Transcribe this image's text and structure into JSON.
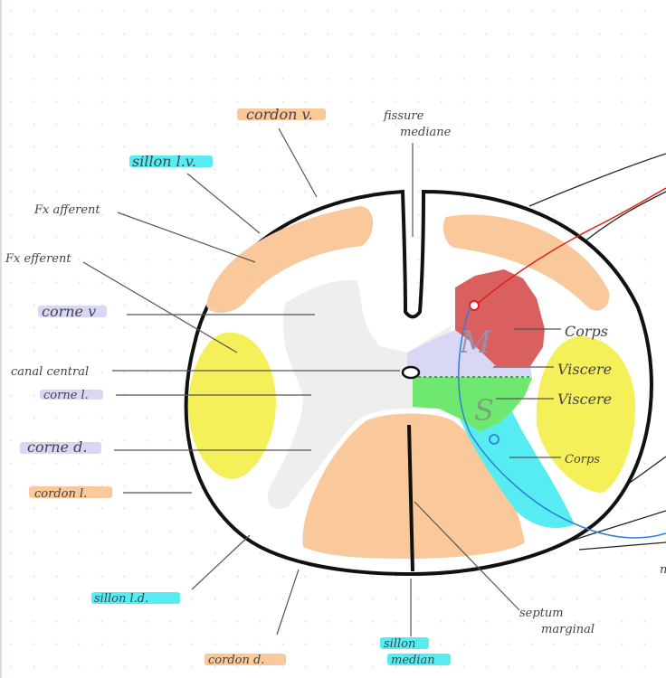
{
  "labels": {
    "cordon_v": "cordon v.",
    "fissure_line1": "fissure",
    "fissure_line2": "mediane",
    "sillon_lv": "sillon l.v.",
    "fx_afferent": "Fx afferent",
    "fx_efferent": "Fx efferent",
    "corne_v": "corne v",
    "canal_central": "canal central",
    "corne_l": "corne l.",
    "corne_d": "corne d.",
    "cordon_l": "cordon l.",
    "sillon_ld": "sillon l.d.",
    "cordon_d": "cordon d.",
    "sillon_median_line1": "sillon",
    "sillon_median_line2": "median",
    "septum_line1": "septum",
    "septum_line2": "marginal",
    "corps_top": "Corps",
    "viscere_top": "Viscere",
    "viscere_bottom": "Viscere",
    "corps_bottom": "Corps",
    "letter_m": "M",
    "letter_s": "S",
    "edge_letter": "n"
  },
  "colors": {
    "white_matter": "#f9c89b",
    "lateral_cord": "#f5f05a",
    "grey_matter": "#eeeeee",
    "motor_somatic": "#d9605f",
    "motor_visceral": "#d8d8f6",
    "sensory_visceral": "#6ee86e",
    "sensory_somatic": "#57ecf2",
    "highlight_orange": "#f9c89b",
    "highlight_cyan": "#57ecf2",
    "highlight_lavender": "#d8d8f6",
    "nerve_red": "#e0201a",
    "nerve_blue": "#2f7fd6",
    "outline": "#111111"
  }
}
